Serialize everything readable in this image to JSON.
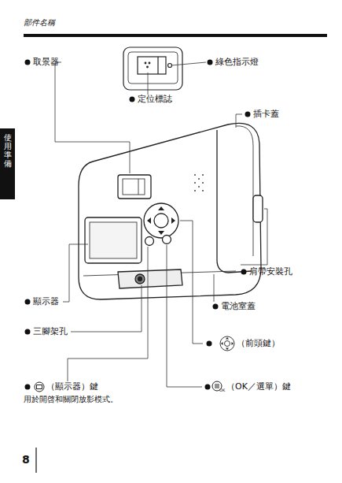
{
  "diagram": {
    "title": "部件名稱",
    "nodes": [
      {
        "text": [
          "使用準備"
        ]
      }
    ],
    "labels": [
      "取景器",
      "綠色指示燈",
      "定位標誌",
      "插卡蓋",
      "肩帶安裝孔",
      "顯示器",
      "電池室蓋",
      "三腳架孔",
      "（前頭鍵）",
      "（顯示器）鍵",
      "用於開啓和關閉放影模式。",
      "OK",
      "（OK／選單）鍵",
      "8"
    ]
  }
}
